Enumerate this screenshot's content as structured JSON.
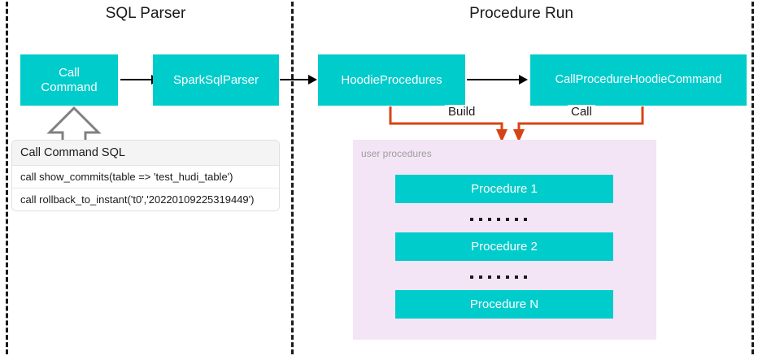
{
  "diagram": {
    "sections": [
      {
        "title": "SQL Parser"
      },
      {
        "title": "Procedure Run"
      }
    ],
    "nodes": {
      "call_command": "Call\nCommand",
      "call_command_line1": "Call",
      "call_command_line2": "Command",
      "spark_sql_parser": "SparkSqlParser",
      "hoodie_procedures": "HoodieProcedures",
      "call_procedure_hoodie_command": "CallProcedureHoodieCommand"
    },
    "edge_labels": {
      "build": "Build",
      "call": "Call"
    },
    "sql_card": {
      "header": "Call Command SQL",
      "rows": [
        "call show_commits(table => 'test_hudi_table')",
        "call rollback_to_instant('t0','20220109225319449')"
      ]
    },
    "user_procedures": {
      "label": "user procedures",
      "items": [
        "Procedure 1",
        "Procedure 2",
        "Procedure N"
      ],
      "separator_dot_count": 7
    },
    "colors": {
      "node_fill": "#00cccc",
      "node_text": "#ffffff",
      "panel_fill": "#f3e5f5",
      "panel_label": "#9e9e9e",
      "edge_black": "#000000",
      "edge_orange": "#d84315",
      "divider": "#1a1a1a",
      "card_header_fill": "#f4f4f4"
    }
  }
}
